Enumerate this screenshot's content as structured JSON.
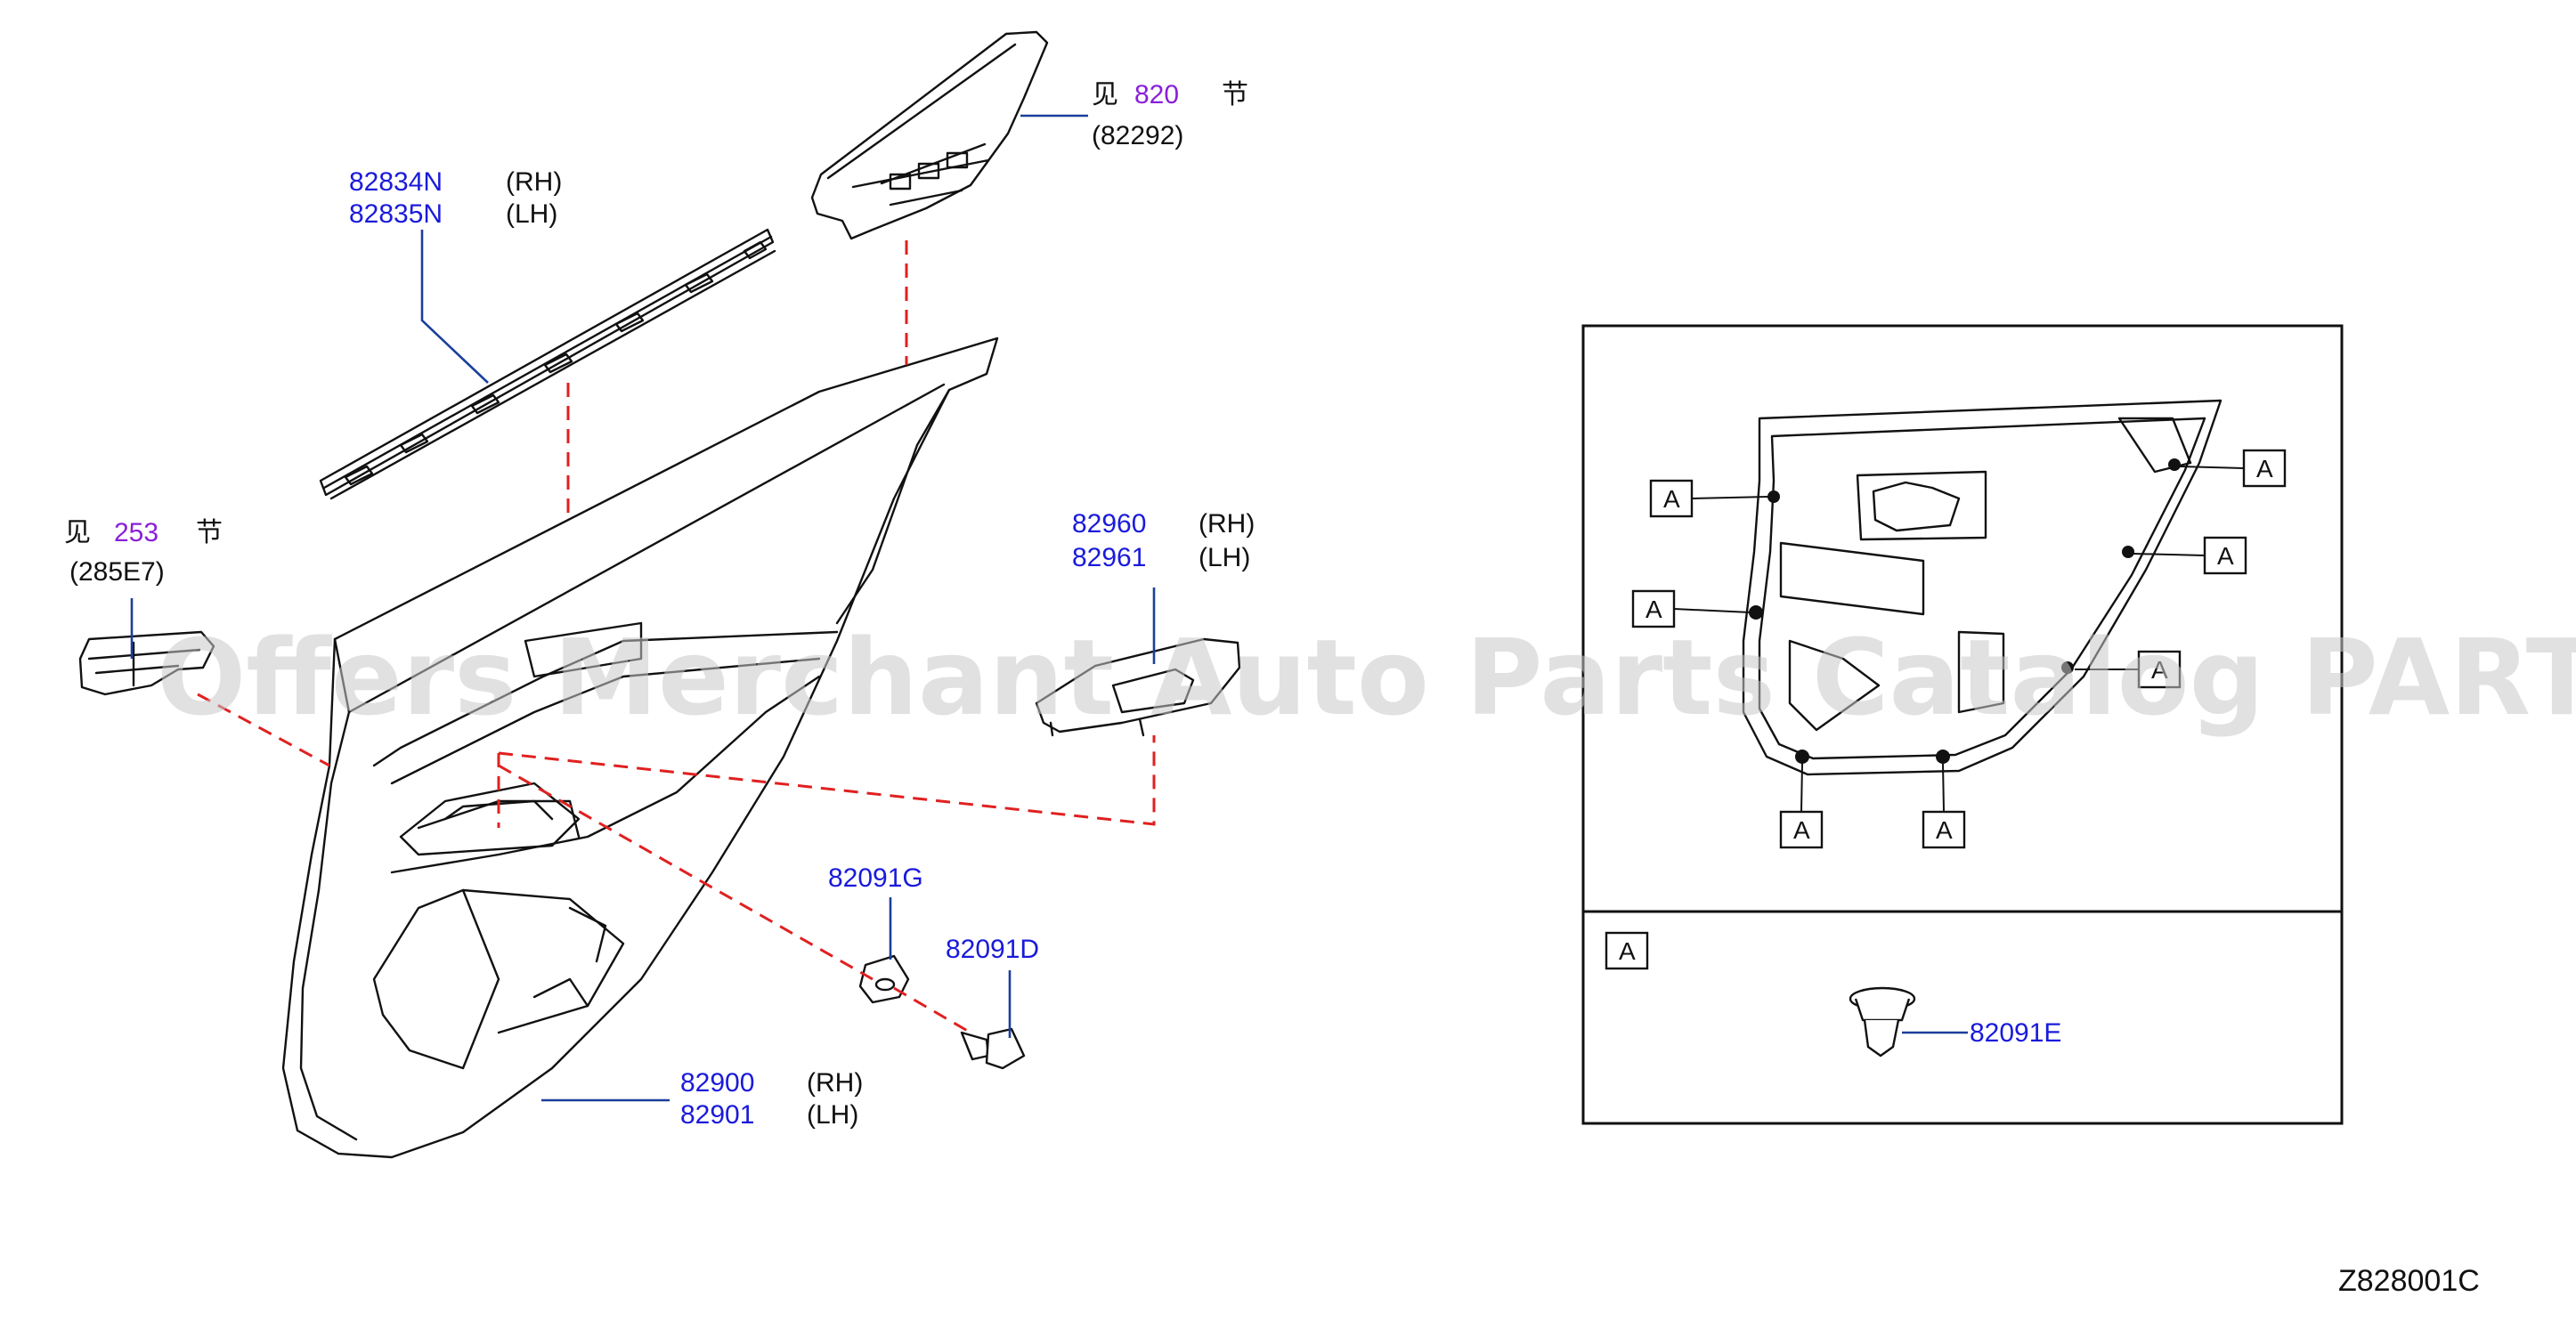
{
  "labels": {
    "trim_finisher": {
      "rh": "82834N",
      "lh": "82835N",
      "rh_side": "(RH)",
      "lh_side": "(LH)"
    },
    "armrest_top": {
      "see": "见",
      "ref": "820",
      "section": "节",
      "code": "(82292)"
    },
    "pull_handle": {
      "see": "见",
      "ref": "253",
      "section": "节",
      "code": "(285E7)"
    },
    "switch_finisher": {
      "rh": "82960",
      "lh": "82961",
      "rh_side": "(RH)",
      "lh_side": "(LH)"
    },
    "clip_g": {
      "part": "82091G"
    },
    "screw_d": {
      "part": "82091D"
    },
    "door_finisher": {
      "rh": "82900",
      "lh": "82901",
      "rh_side": "(RH)",
      "lh_side": "(LH)"
    },
    "clip_e": {
      "part": "82091E"
    },
    "callout_letter": "A",
    "watermark": "Offers Merchant Auto Parts Catalog PARTSTORE.SA",
    "diagram_code": "Z828001C"
  },
  "colors": {
    "part_number": "#1a1adb",
    "reference_number": "#8a1fd8",
    "leader_line": "#1a3f9c",
    "dashed_assembly_line": "#e02020",
    "outline": "#111111"
  }
}
